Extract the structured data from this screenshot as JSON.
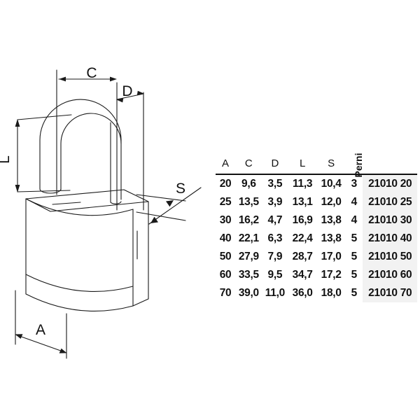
{
  "drawing": {
    "title": "padlock-technical-drawing",
    "dimension_labels": {
      "a": "A",
      "c": "C",
      "d": "D",
      "l": "L",
      "s": "S"
    }
  },
  "table": {
    "headers": {
      "a": "A",
      "c": "C",
      "d": "D",
      "l": "L",
      "s": "S",
      "perni": "Perni",
      "code": ""
    },
    "rows": [
      {
        "a": "20",
        "c": "9,6",
        "d": "3,5",
        "l": "11,3",
        "s": "10,4",
        "perni": "3",
        "code": "21010 20"
      },
      {
        "a": "25",
        "c": "13,5",
        "d": "3,9",
        "l": "13,1",
        "s": "12,0",
        "perni": "4",
        "code": "21010 25"
      },
      {
        "a": "30",
        "c": "16,2",
        "d": "4,7",
        "l": "16,9",
        "s": "13,8",
        "perni": "4",
        "code": "21010 30"
      },
      {
        "a": "40",
        "c": "22,1",
        "d": "6,3",
        "l": "22,4",
        "s": "13,8",
        "perni": "5",
        "code": "21010 40"
      },
      {
        "a": "50",
        "c": "27,9",
        "d": "7,9",
        "l": "28,7",
        "s": "17,0",
        "perni": "5",
        "code": "21010 50"
      },
      {
        "a": "60",
        "c": "33,5",
        "d": "9,5",
        "l": "34,7",
        "s": "17,2",
        "perni": "5",
        "code": "21010 60"
      },
      {
        "a": "70",
        "c": "39,0",
        "d": "11,0",
        "l": "36,0",
        "s": "18,0",
        "perni": "5",
        "code": "21010 70"
      }
    ]
  },
  "colors": {
    "line": "#1a1a1a",
    "code_background": "#f2f2f2",
    "body_fill": "#ffffff",
    "page_background": "#ffffff"
  }
}
